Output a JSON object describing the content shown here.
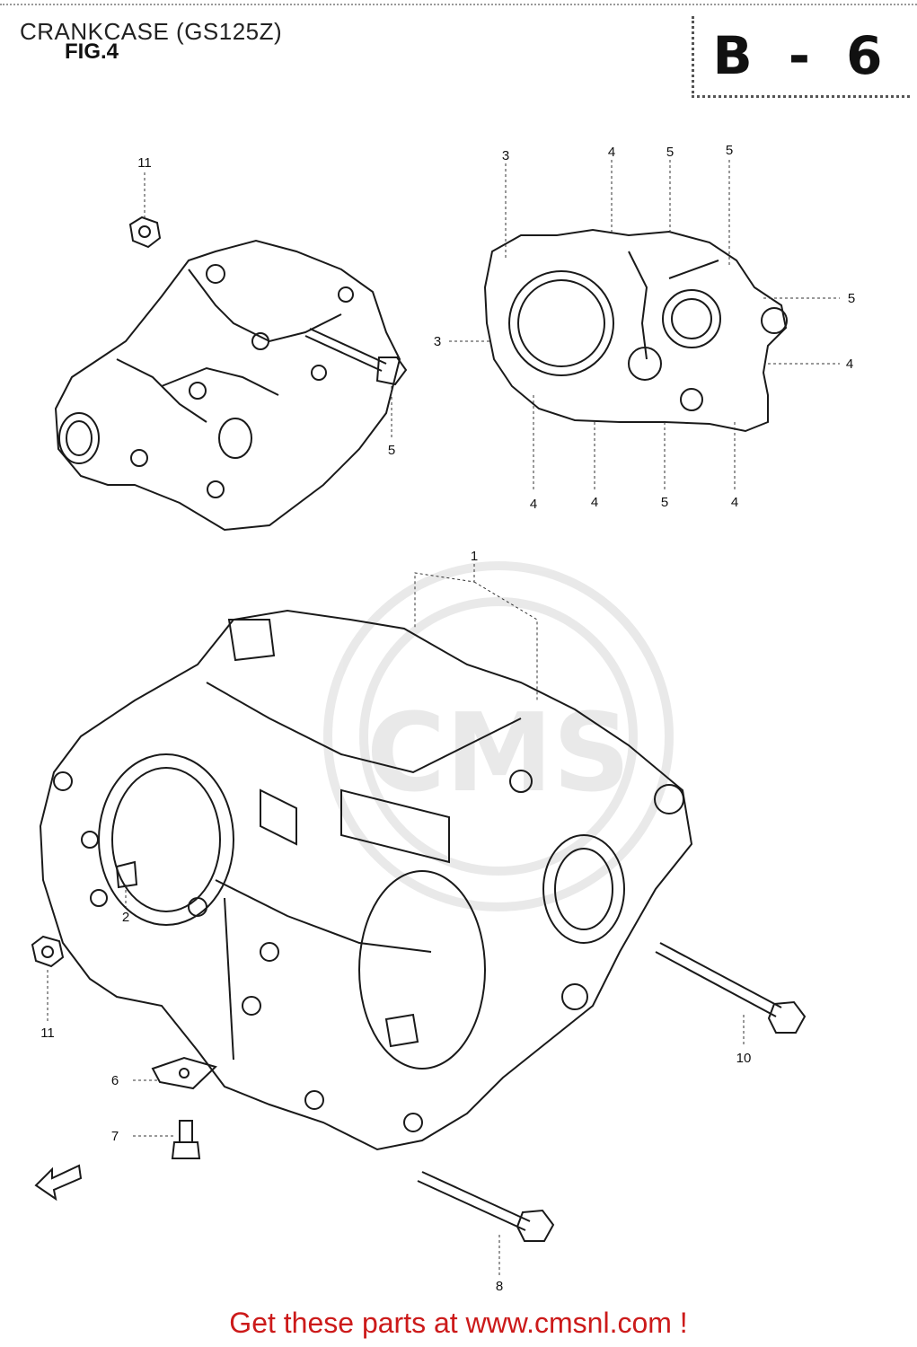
{
  "header": {
    "title": "CRANKCASE (GS125Z)",
    "fig": "FIG.4",
    "page_code": "B - 6"
  },
  "callouts": [
    {
      "id": "c11a",
      "label": "11"
    },
    {
      "id": "c5a",
      "label": "5"
    },
    {
      "id": "c3a",
      "label": "3"
    },
    {
      "id": "c4a",
      "label": "4"
    },
    {
      "id": "c5b",
      "label": "5"
    },
    {
      "id": "c5c",
      "label": "5"
    },
    {
      "id": "c5d",
      "label": "5"
    },
    {
      "id": "c3b",
      "label": "3"
    },
    {
      "id": "c4b",
      "label": "4"
    },
    {
      "id": "c4c",
      "label": "4"
    },
    {
      "id": "c4d",
      "label": "4"
    },
    {
      "id": "c5e",
      "label": "5"
    },
    {
      "id": "c4e",
      "label": "4"
    },
    {
      "id": "c1",
      "label": "1"
    },
    {
      "id": "c2",
      "label": "2"
    },
    {
      "id": "c11b",
      "label": "11"
    },
    {
      "id": "c6",
      "label": "6"
    },
    {
      "id": "c7",
      "label": "7"
    },
    {
      "id": "c10",
      "label": "10"
    },
    {
      "id": "c8",
      "label": "8"
    }
  ],
  "watermark": "CMS",
  "footer": "Get these parts at www.cmsnl.com !"
}
